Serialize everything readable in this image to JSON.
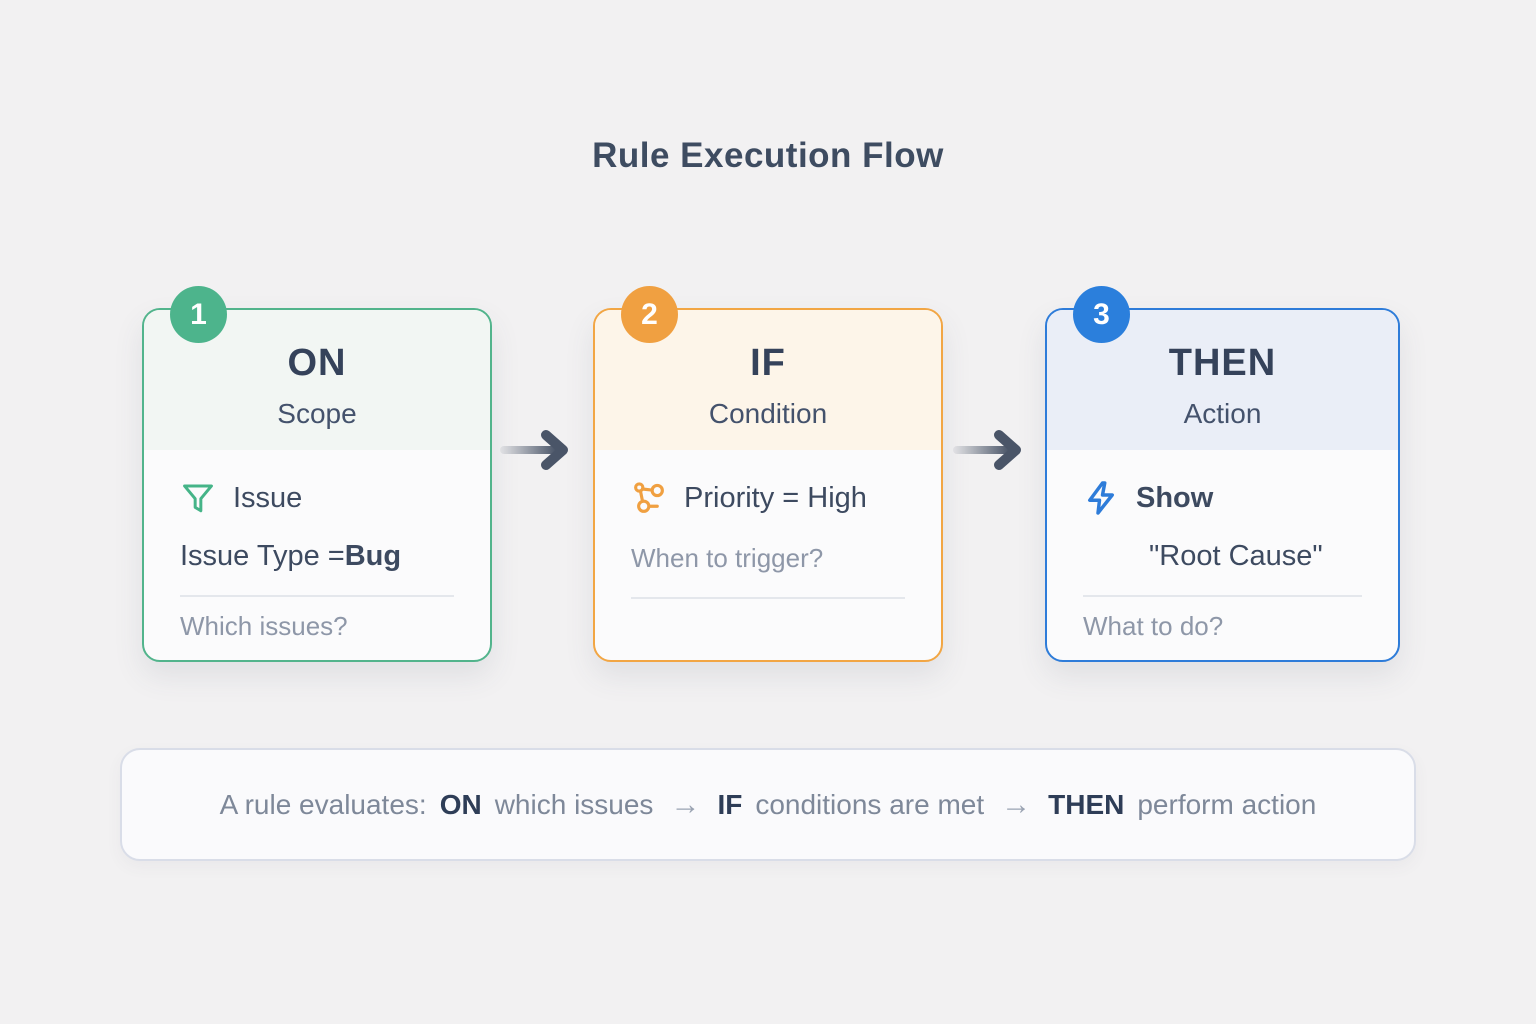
{
  "title": "Rule Execution Flow",
  "cards": [
    {
      "number": "1",
      "keyword": "ON",
      "subtitle": "Scope",
      "icon": "filter-icon",
      "primary": "Issue",
      "detail_prefix": "Issue Type = ",
      "detail_bold": "Bug",
      "hint": "Which issues?",
      "accent_color": "#4db48c",
      "header_bg": "#f2f6f3"
    },
    {
      "number": "2",
      "keyword": "IF",
      "subtitle": "Condition",
      "icon": "branch-nodes-icon",
      "primary": "Priority = High",
      "hint": "When to trigger?",
      "accent_color": "#f0a041",
      "header_bg": "#fdf5e9"
    },
    {
      "number": "3",
      "keyword": "THEN",
      "subtitle": "Action",
      "icon": "lightning-bolt-icon",
      "primary": "Show",
      "detail": "\"Root Cause\"",
      "hint": "What to do?",
      "accent_color": "#2b7fdc",
      "header_bg": "#eaeef7"
    }
  ],
  "summary": {
    "prefix": "A rule evaluates:",
    "on": "ON",
    "seg1": "which issues",
    "arrow1": "→",
    "if": "IF",
    "seg2": "conditions are met",
    "arrow2": "→",
    "then": "THEN",
    "seg3": "perform action"
  },
  "colors": {
    "page_background": "#f2f1f2",
    "green_accent": "#4db48c",
    "orange_accent": "#f0a041",
    "blue_accent": "#2b7fdc",
    "keyword_text": "#35425a",
    "body_text": "#3d4a60",
    "hint_text": "#8e97a8",
    "arrow": "#4a5568",
    "summary_border": "#d9dde8"
  }
}
